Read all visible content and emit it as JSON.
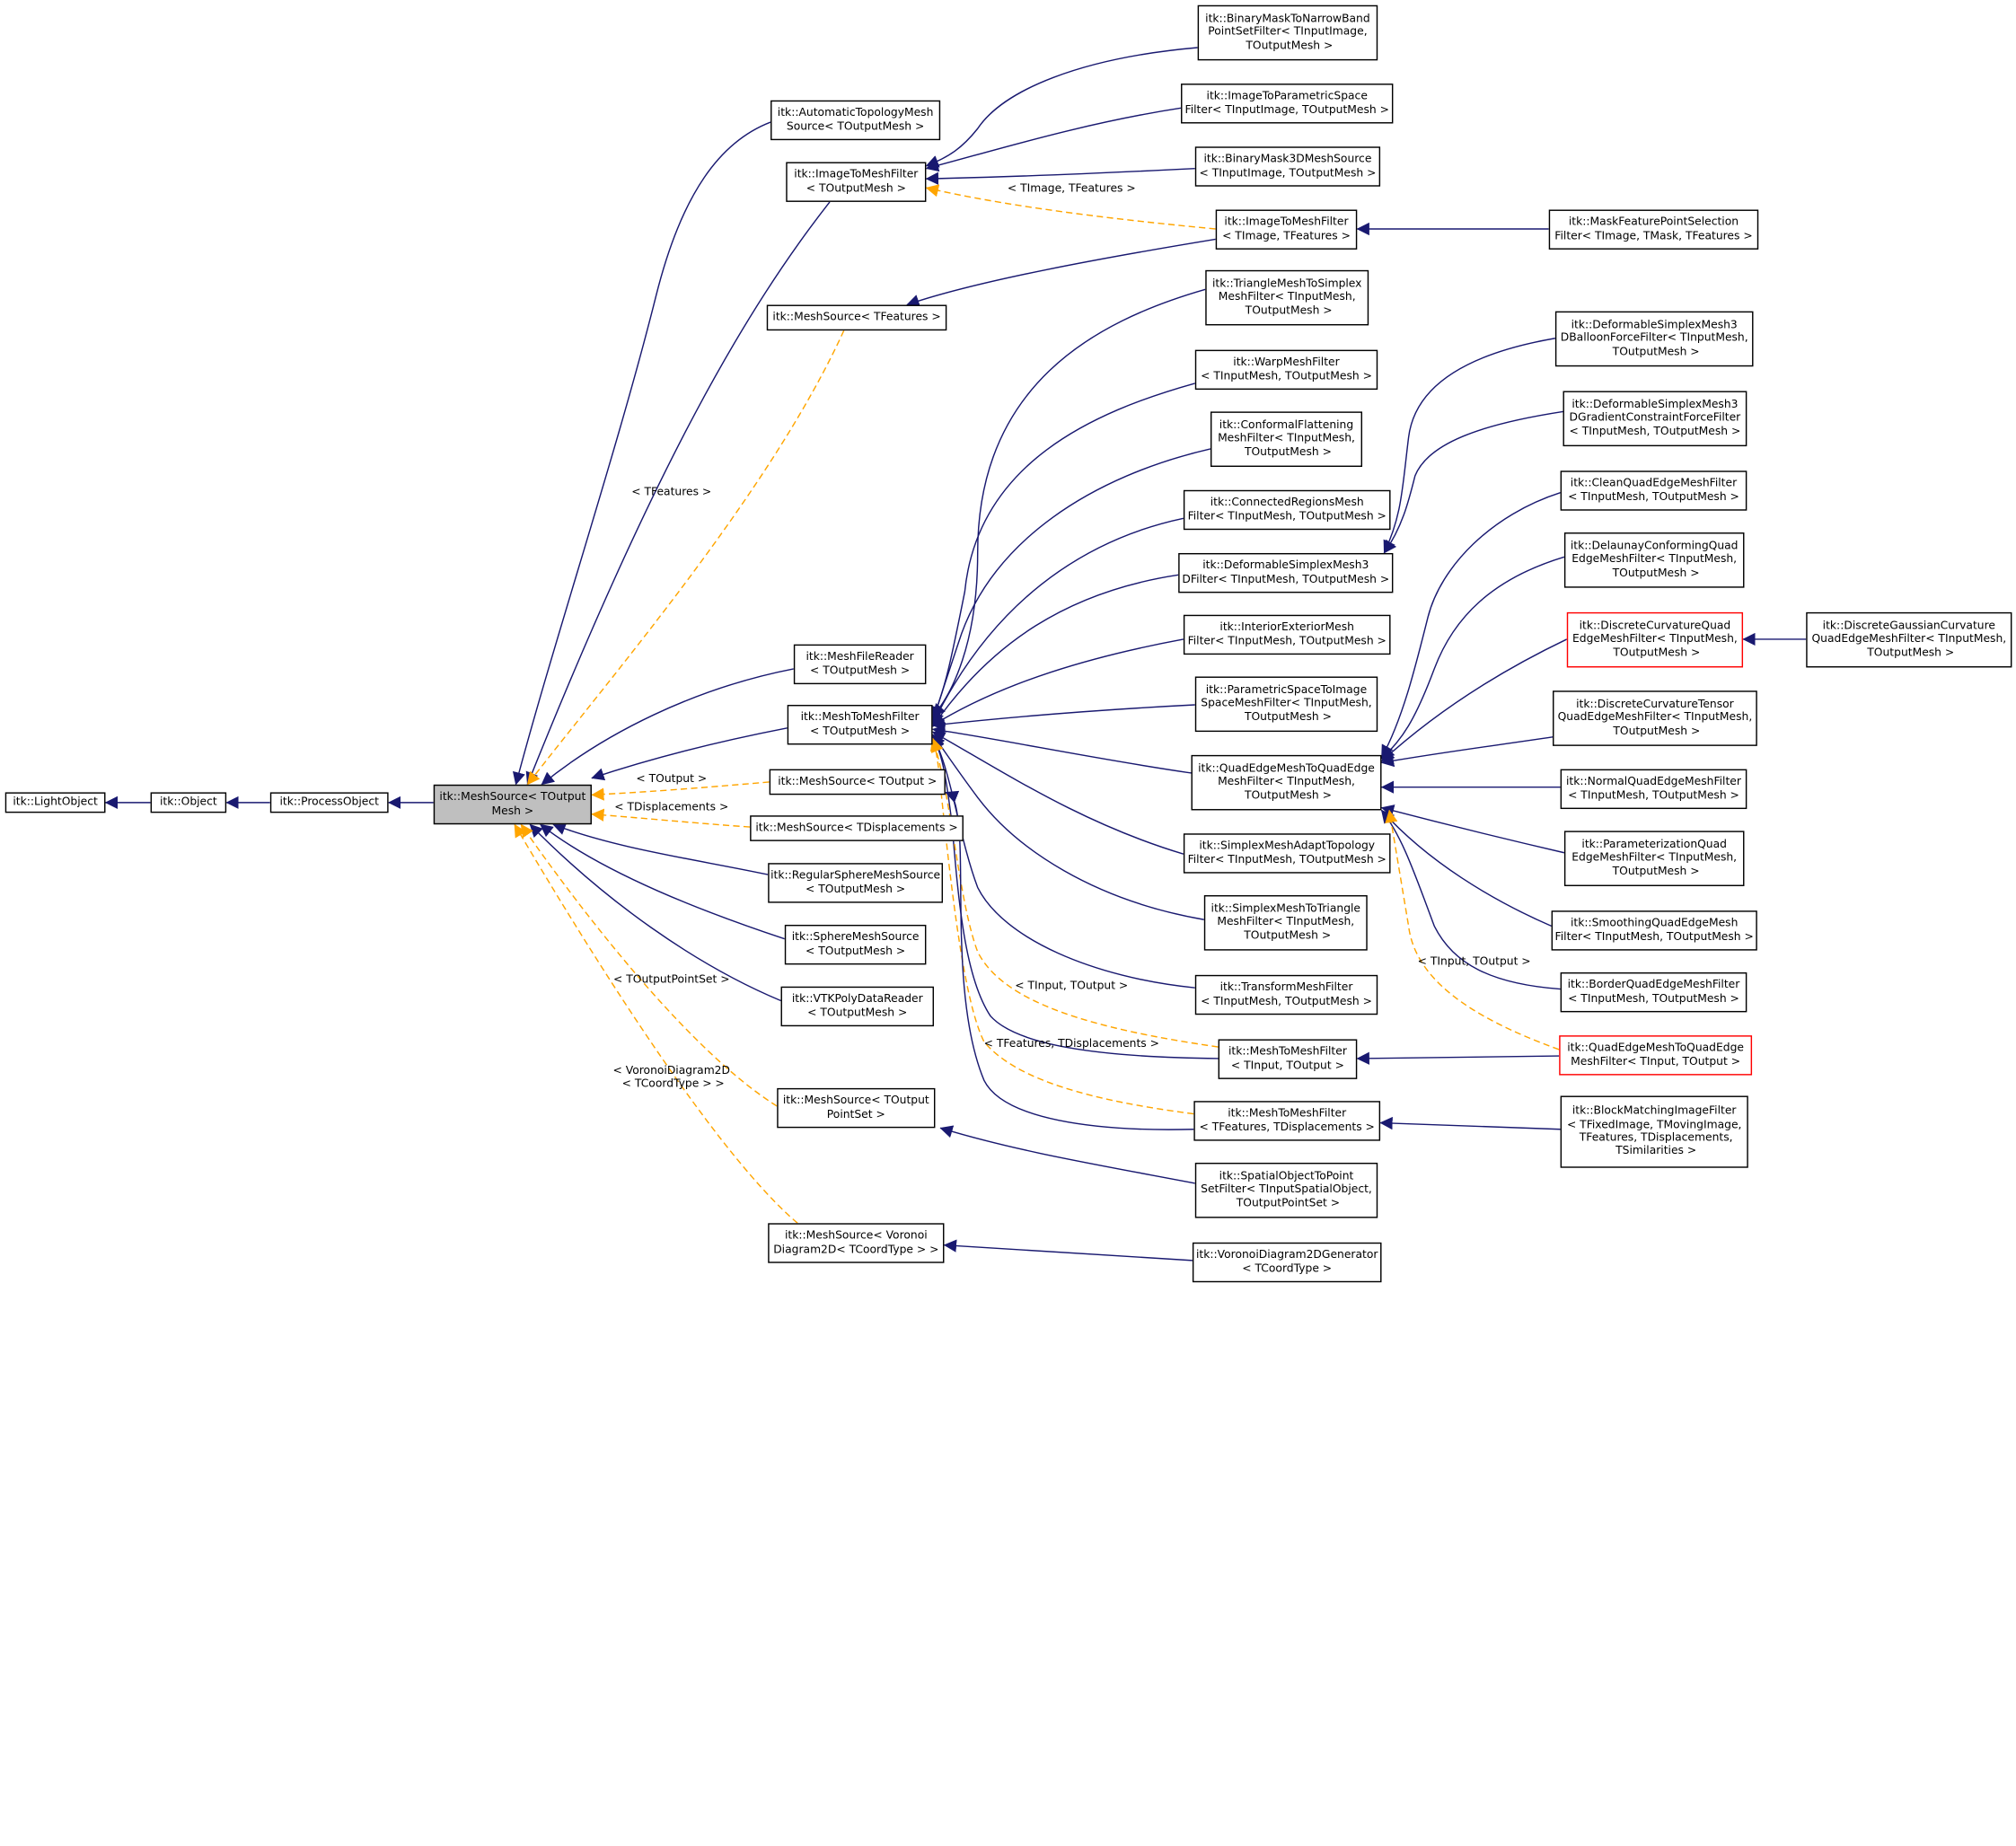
{
  "colors": {
    "solid": "#191970",
    "dashed": "#ffa500",
    "highlight": "#bfbfbf",
    "red_border": "#ff0000"
  },
  "nodes": [
    {
      "id": "lightobject",
      "text": "itk::LightObject"
    },
    {
      "id": "object",
      "text": "itk::Object"
    },
    {
      "id": "processobject",
      "text": "itk::ProcessObject"
    },
    {
      "id": "meshsource",
      "text": "itk::MeshSource< TOutput\nMesh >",
      "style": "highlight"
    },
    {
      "id": "autotopology",
      "text": "itk::AutomaticTopologyMesh\nSource< TOutputMesh >"
    },
    {
      "id": "imagetomesh",
      "text": "itk::ImageToMeshFilter\n< TOutputMesh >"
    },
    {
      "id": "ms_tfeatures",
      "text": "itk::MeshSource< TFeatures >"
    },
    {
      "id": "meshfilereader",
      "text": "itk::MeshFileReader\n< TOutputMesh >"
    },
    {
      "id": "meshtomesh",
      "text": "itk::MeshToMeshFilter\n< TOutputMesh >"
    },
    {
      "id": "ms_toutput",
      "text": "itk::MeshSource< TOutput >"
    },
    {
      "id": "ms_tdisp",
      "text": "itk::MeshSource< TDisplacements >"
    },
    {
      "id": "regularsphere",
      "text": "itk::RegularSphereMeshSource\n< TOutputMesh >"
    },
    {
      "id": "spheremesh",
      "text": "itk::SphereMeshSource\n< TOutputMesh >"
    },
    {
      "id": "vtkpoly",
      "text": "itk::VTKPolyDataReader\n< TOutputMesh >"
    },
    {
      "id": "ms_tpointset",
      "text": "itk::MeshSource< TOutput\nPointSet >"
    },
    {
      "id": "ms_voronoi",
      "text": "itk::MeshSource< Voronoi\nDiagram2D< TCoordType > >"
    },
    {
      "id": "binmasknarrow",
      "text": "itk::BinaryMaskToNarrowBand\nPointSetFilter< TInputImage,\n TOutputMesh >"
    },
    {
      "id": "imgtoparam",
      "text": "itk::ImageToParametricSpace\nFilter< TInputImage, TOutputMesh >"
    },
    {
      "id": "binmask3d",
      "text": "itk::BinaryMask3DMeshSource\n< TInputImage, TOutputMesh >"
    },
    {
      "id": "imagetomesh_tf",
      "text": "itk::ImageToMeshFilter\n< TImage, TFeatures >"
    },
    {
      "id": "maskfeature",
      "text": "itk::MaskFeaturePointSelection\nFilter< TImage, TMask, TFeatures >"
    },
    {
      "id": "trianglesimplex",
      "text": "itk::TriangleMeshToSimplex\nMeshFilter< TInputMesh,\n TOutputMesh >"
    },
    {
      "id": "warpmesh",
      "text": "itk::WarpMeshFilter\n< TInputMesh, TOutputMesh >"
    },
    {
      "id": "conformal",
      "text": "itk::ConformalFlattening\nMeshFilter< TInputMesh,\n TOutputMesh >"
    },
    {
      "id": "connectedregions",
      "text": "itk::ConnectedRegionsMesh\nFilter< TInputMesh, TOutputMesh >"
    },
    {
      "id": "defsimplex3d",
      "text": "itk::DeformableSimplexMesh3\nDFilter< TInputMesh, TOutputMesh >"
    },
    {
      "id": "interiorexterior",
      "text": "itk::InteriorExteriorMesh\nFilter< TInputMesh, TOutputMesh >"
    },
    {
      "id": "paramspace",
      "text": "itk::ParametricSpaceToImage\nSpaceMeshFilter< TInputMesh,\n TOutputMesh >"
    },
    {
      "id": "qe2qe",
      "text": "itk::QuadEdgeMeshToQuadEdge\nMeshFilter< TInputMesh,\n TOutputMesh >"
    },
    {
      "id": "simplexadapt",
      "text": "itk::SimplexMeshAdaptTopology\nFilter< TInputMesh, TOutputMesh >"
    },
    {
      "id": "simplextotri",
      "text": "itk::SimplexMeshToTriangle\nMeshFilter< TInputMesh,\n TOutputMesh >"
    },
    {
      "id": "transformmesh",
      "text": "itk::TransformMeshFilter\n< TInputMesh, TOutputMesh >"
    },
    {
      "id": "m2m_tinput",
      "text": "itk::MeshToMeshFilter\n< TInput, TOutput >"
    },
    {
      "id": "m2m_tfeat",
      "text": "itk::MeshToMeshFilter\n< TFeatures, TDisplacements >"
    },
    {
      "id": "spatialobj",
      "text": "itk::SpatialObjectToPoint\nSetFilter< TInputSpatialObject,\n TOutputPointSet >"
    },
    {
      "id": "voronoigen",
      "text": "itk::VoronoiDiagram2DGenerator\n< TCoordType >"
    },
    {
      "id": "balloon",
      "text": "itk::DeformableSimplexMesh3\nDBalloonForceFilter< TInputMesh,\n TOutputMesh >"
    },
    {
      "id": "gradient",
      "text": "itk::DeformableSimplexMesh3\nDGradientConstraintForceFilter\n< TInputMesh, TOutputMesh >"
    },
    {
      "id": "cleanqe",
      "text": "itk::CleanQuadEdgeMeshFilter\n< TInputMesh, TOutputMesh >"
    },
    {
      "id": "delaunay",
      "text": "itk::DelaunayConformingQuad\nEdgeMeshFilter< TInputMesh,\n TOutputMesh >"
    },
    {
      "id": "disccurv",
      "text": "itk::DiscreteCurvatureQuad\nEdgeMeshFilter< TInputMesh,\n TOutputMesh >",
      "style": "red"
    },
    {
      "id": "discgauss",
      "text": "itk::DiscreteGaussianCurvature\nQuadEdgeMeshFilter< TInputMesh,\n TOutputMesh >"
    },
    {
      "id": "disctensor",
      "text": "itk::DiscreteCurvatureTensor\nQuadEdgeMeshFilter< TInputMesh,\n TOutputMesh >"
    },
    {
      "id": "normalqe",
      "text": "itk::NormalQuadEdgeMeshFilter\n< TInputMesh, TOutputMesh >"
    },
    {
      "id": "paramqe",
      "text": "itk::ParameterizationQuad\nEdgeMeshFilter< TInputMesh,\n TOutputMesh >"
    },
    {
      "id": "smoothqe",
      "text": "itk::SmoothingQuadEdgeMesh\nFilter< TInputMesh, TOutputMesh >"
    },
    {
      "id": "borderqe",
      "text": "itk::BorderQuadEdgeMeshFilter\n< TInputMesh, TOutputMesh >"
    },
    {
      "id": "qe2qe_tinput",
      "text": "itk::QuadEdgeMeshToQuadEdge\nMeshFilter< TInput, TOutput >",
      "style": "red"
    },
    {
      "id": "blockmatch",
      "text": "itk::BlockMatchingImageFilter\n< TFixedImage, TMovingImage,\n TFeatures, TDisplacements,\n TSimilarities >"
    }
  ],
  "edge_labels": [
    {
      "id": "lbl_timage",
      "text": "< TImage, TFeatures >"
    },
    {
      "id": "lbl_tfeatures",
      "text": "< TFeatures >"
    },
    {
      "id": "lbl_toutput",
      "text": "< TOutput >"
    },
    {
      "id": "lbl_tdisp",
      "text": "< TDisplacements >"
    },
    {
      "id": "lbl_tpointset",
      "text": "< TOutputPointSet >"
    },
    {
      "id": "lbl_voronoi",
      "text": "< VoronoiDiagram2D\n < TCoordType > >"
    },
    {
      "id": "lbl_tinput_m2m",
      "text": "< TInput, TOutput >"
    },
    {
      "id": "lbl_tfeat_disp",
      "text": "< TFeatures, TDisplacements >"
    },
    {
      "id": "lbl_tinput_qe",
      "text": "< TInput, TOutput >"
    }
  ]
}
